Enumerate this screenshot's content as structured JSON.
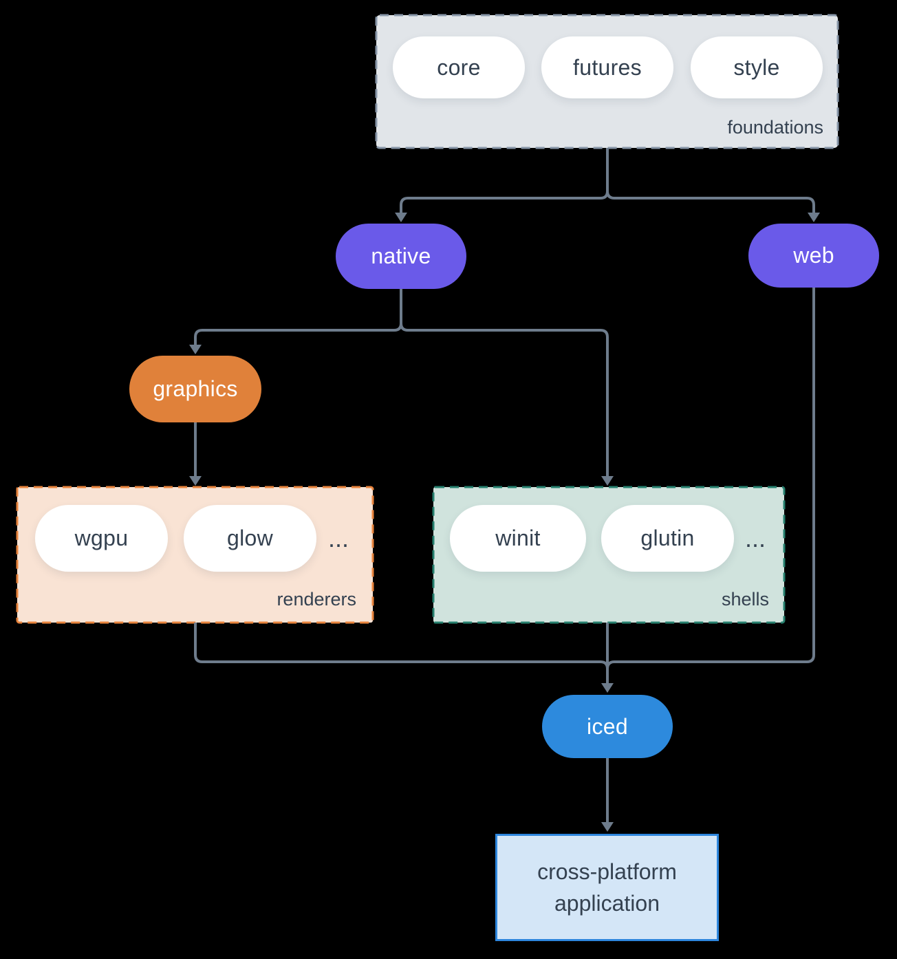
{
  "diagram": {
    "title_none": "",
    "foundations": {
      "label": "foundations",
      "items": [
        "core",
        "futures",
        "style"
      ]
    },
    "renderers": {
      "label": "renderers",
      "items": [
        "wgpu",
        "glow"
      ],
      "more": "..."
    },
    "shells": {
      "label": "shells",
      "items": [
        "winit",
        "glutin"
      ],
      "more": "..."
    },
    "nodes": {
      "native": "native",
      "web": "web",
      "graphics": "graphics",
      "iced": "iced"
    },
    "app": {
      "line1": "cross-platform",
      "line2": "application"
    },
    "colors": {
      "background": "#000000",
      "arrow": "#6e7c8c",
      "text_dark": "#344150",
      "node_purple": "#6a5ae9",
      "node_orange": "#e0813a",
      "node_blue": "#2d8add",
      "foundations_fill": "#e1e5e9",
      "foundations_border": "#8695a7",
      "renderers_fill": "#f9e3d4",
      "renderers_border": "#e8833c",
      "shells_fill": "#d0e3dd",
      "shells_border": "#26806e",
      "app_fill": "#d4e6f7",
      "app_border": "#2d86dd",
      "pill_fill": "#ffffff"
    }
  }
}
